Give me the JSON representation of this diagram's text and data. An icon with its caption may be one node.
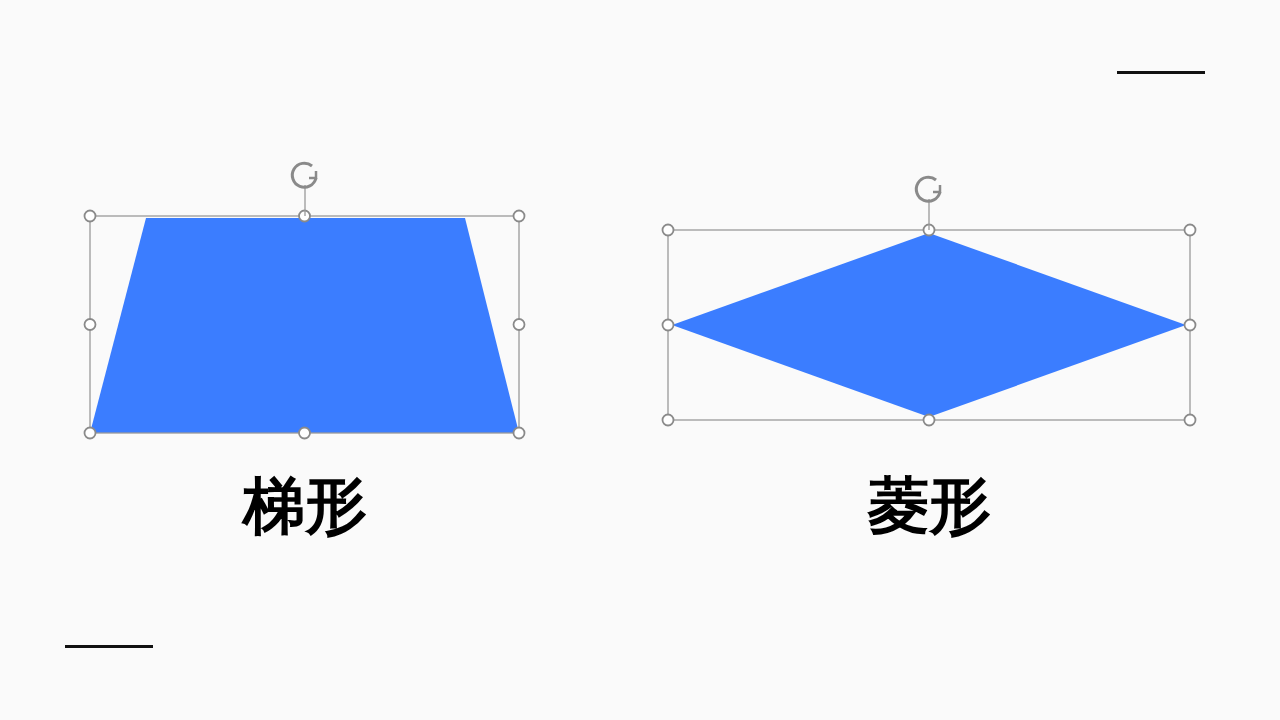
{
  "diagram": {
    "nodes": [
      {
        "text": [],
        "shape": "trapezoid",
        "beside": [
          "梯形"
        ]
      },
      {
        "text": [],
        "shape": "diamond",
        "beside": [
          "菱形"
        ]
      }
    ]
  }
}
